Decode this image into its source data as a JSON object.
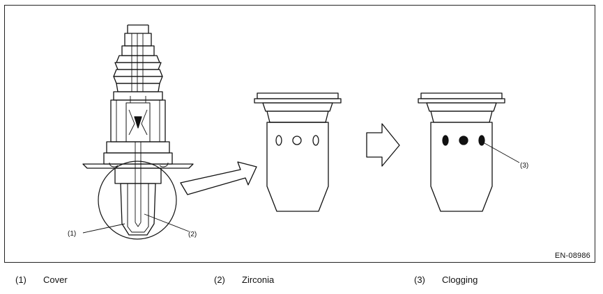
{
  "callouts": {
    "cover": "(1)",
    "zirconia": "(2)",
    "clogging": "(3)"
  },
  "figure_code": "EN-08986",
  "legend": [
    {
      "num": "(1)",
      "label": "Cover"
    },
    {
      "num": "(2)",
      "label": "Zirconia"
    },
    {
      "num": "(3)",
      "label": "Clogging"
    }
  ]
}
